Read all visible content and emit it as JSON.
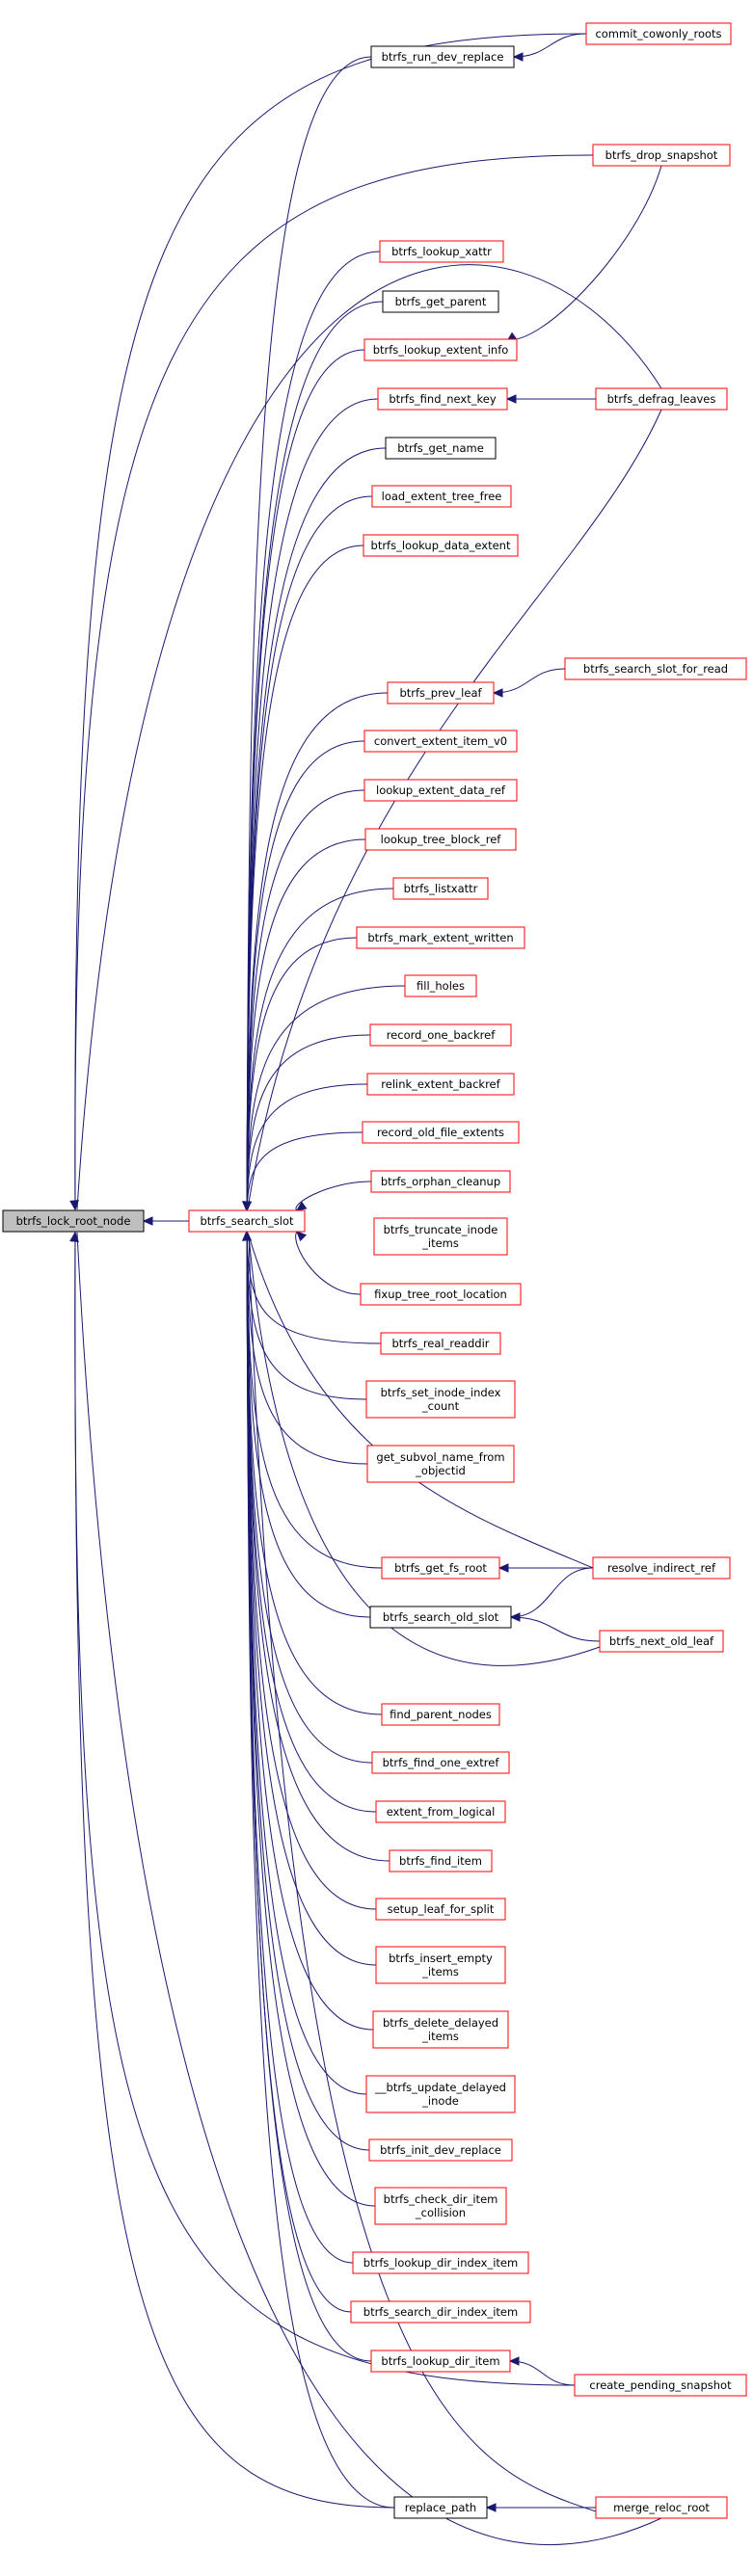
{
  "diagram": {
    "root": {
      "id": "root",
      "lines": [
        "btrfs_lock_root_node"
      ]
    },
    "nodes": [
      {
        "id": "search_slot",
        "lines": [
          "btrfs_search_slot"
        ]
      },
      {
        "id": "run_dev_replace",
        "lines": [
          "btrfs_run_dev_replace"
        ]
      },
      {
        "id": "commit_cowonly",
        "lines": [
          "commit_cowonly_roots"
        ]
      },
      {
        "id": "drop_snapshot",
        "lines": [
          "btrfs_drop_snapshot"
        ]
      },
      {
        "id": "lookup_xattr",
        "lines": [
          "btrfs_lookup_xattr"
        ]
      },
      {
        "id": "get_parent",
        "lines": [
          "btrfs_get_parent"
        ]
      },
      {
        "id": "lookup_extent_info",
        "lines": [
          "btrfs_lookup_extent_info"
        ]
      },
      {
        "id": "find_next_key",
        "lines": [
          "btrfs_find_next_key"
        ]
      },
      {
        "id": "defrag_leaves",
        "lines": [
          "btrfs_defrag_leaves"
        ]
      },
      {
        "id": "get_name",
        "lines": [
          "btrfs_get_name"
        ]
      },
      {
        "id": "load_extent_tree_free",
        "lines": [
          "load_extent_tree_free"
        ]
      },
      {
        "id": "lookup_data_extent",
        "lines": [
          "btrfs_lookup_data_extent"
        ]
      },
      {
        "id": "prev_leaf",
        "lines": [
          "btrfs_prev_leaf"
        ]
      },
      {
        "id": "search_slot_for_read",
        "lines": [
          "btrfs_search_slot_for_read"
        ]
      },
      {
        "id": "convert_extent_item",
        "lines": [
          "convert_extent_item_v0"
        ]
      },
      {
        "id": "lookup_extent_data_ref",
        "lines": [
          "lookup_extent_data_ref"
        ]
      },
      {
        "id": "lookup_tree_block_ref",
        "lines": [
          "lookup_tree_block_ref"
        ]
      },
      {
        "id": "listxattr",
        "lines": [
          "btrfs_listxattr"
        ]
      },
      {
        "id": "mark_extent_written",
        "lines": [
          "btrfs_mark_extent_written"
        ]
      },
      {
        "id": "fill_holes",
        "lines": [
          "fill_holes"
        ]
      },
      {
        "id": "record_one_backref",
        "lines": [
          "record_one_backref"
        ]
      },
      {
        "id": "relink_extent_backref",
        "lines": [
          "relink_extent_backref"
        ]
      },
      {
        "id": "record_old_file_extents",
        "lines": [
          "record_old_file_extents"
        ]
      },
      {
        "id": "orphan_cleanup",
        "lines": [
          "btrfs_orphan_cleanup"
        ]
      },
      {
        "id": "truncate_inode_items",
        "lines": [
          "btrfs_truncate_inode",
          "_items"
        ]
      },
      {
        "id": "fixup_tree_root_location",
        "lines": [
          "fixup_tree_root_location"
        ]
      },
      {
        "id": "real_readdir",
        "lines": [
          "btrfs_real_readdir"
        ]
      },
      {
        "id": "set_inode_index_count",
        "lines": [
          "btrfs_set_inode_index",
          "_count"
        ]
      },
      {
        "id": "get_subvol_name",
        "lines": [
          "get_subvol_name_from",
          "_objectid"
        ]
      },
      {
        "id": "get_fs_root",
        "lines": [
          "btrfs_get_fs_root"
        ]
      },
      {
        "id": "resolve_indirect_ref",
        "lines": [
          "resolve_indirect_ref"
        ]
      },
      {
        "id": "search_old_slot",
        "lines": [
          "btrfs_search_old_slot"
        ]
      },
      {
        "id": "next_old_leaf",
        "lines": [
          "btrfs_next_old_leaf"
        ]
      },
      {
        "id": "find_parent_nodes",
        "lines": [
          "find_parent_nodes"
        ]
      },
      {
        "id": "find_one_extref",
        "lines": [
          "btrfs_find_one_extref"
        ]
      },
      {
        "id": "extent_from_logical",
        "lines": [
          "extent_from_logical"
        ]
      },
      {
        "id": "find_item",
        "lines": [
          "btrfs_find_item"
        ]
      },
      {
        "id": "setup_leaf_for_split",
        "lines": [
          "setup_leaf_for_split"
        ]
      },
      {
        "id": "insert_empty_items",
        "lines": [
          "btrfs_insert_empty",
          "_items"
        ]
      },
      {
        "id": "delete_delayed_items",
        "lines": [
          "btrfs_delete_delayed",
          "_items"
        ]
      },
      {
        "id": "update_delayed_inode",
        "lines": [
          "__btrfs_update_delayed",
          "_inode"
        ]
      },
      {
        "id": "init_dev_replace",
        "lines": [
          "btrfs_init_dev_replace"
        ]
      },
      {
        "id": "check_dir_item_collision",
        "lines": [
          "btrfs_check_dir_item",
          "_collision"
        ]
      },
      {
        "id": "lookup_dir_index_item",
        "lines": [
          "btrfs_lookup_dir_index_item"
        ]
      },
      {
        "id": "search_dir_index_item",
        "lines": [
          "btrfs_search_dir_index_item"
        ]
      },
      {
        "id": "lookup_dir_item",
        "lines": [
          "btrfs_lookup_dir_item"
        ]
      },
      {
        "id": "create_pending_snapshot",
        "lines": [
          "create_pending_snapshot"
        ]
      },
      {
        "id": "replace_path",
        "lines": [
          "replace_path"
        ]
      },
      {
        "id": "merge_reloc_root",
        "lines": [
          "merge_reloc_root"
        ]
      }
    ]
  }
}
